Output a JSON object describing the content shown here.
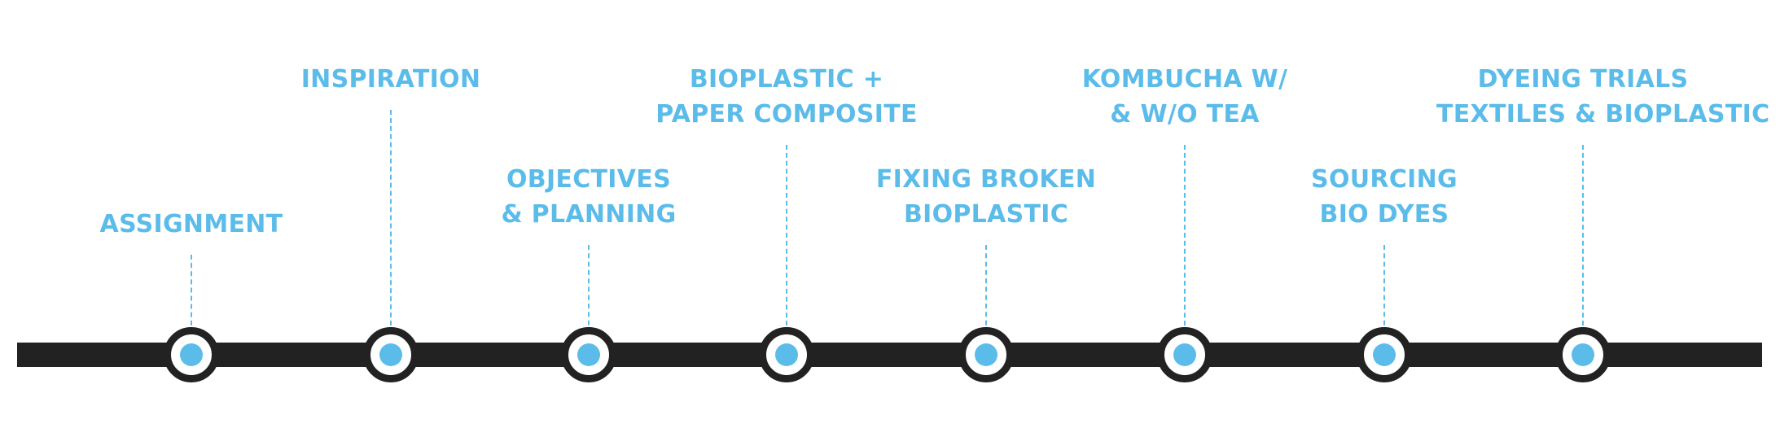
{
  "colors": {
    "accent": "#5bbcea",
    "track": "#222222",
    "background": "#ffffff"
  },
  "milestones": [
    {
      "lines": [
        "ASSIGNMENT"
      ]
    },
    {
      "lines": [
        "INSPIRATION"
      ]
    },
    {
      "lines": [
        "OBJECTIVES",
        "& PLANNING"
      ]
    },
    {
      "lines": [
        "BIOPLASTIC +",
        "PAPER COMPOSITE"
      ]
    },
    {
      "lines": [
        "FIXING BROKEN",
        "BIOPLASTIC"
      ]
    },
    {
      "lines": [
        "KOMBUCHA W/",
        "& W/O TEA"
      ]
    },
    {
      "lines": [
        "SOURCING",
        "BIO DYES"
      ]
    },
    {
      "lines": [
        "DYEING TRIALS",
        "TEXTILES & BIOPLASTIC"
      ]
    }
  ]
}
